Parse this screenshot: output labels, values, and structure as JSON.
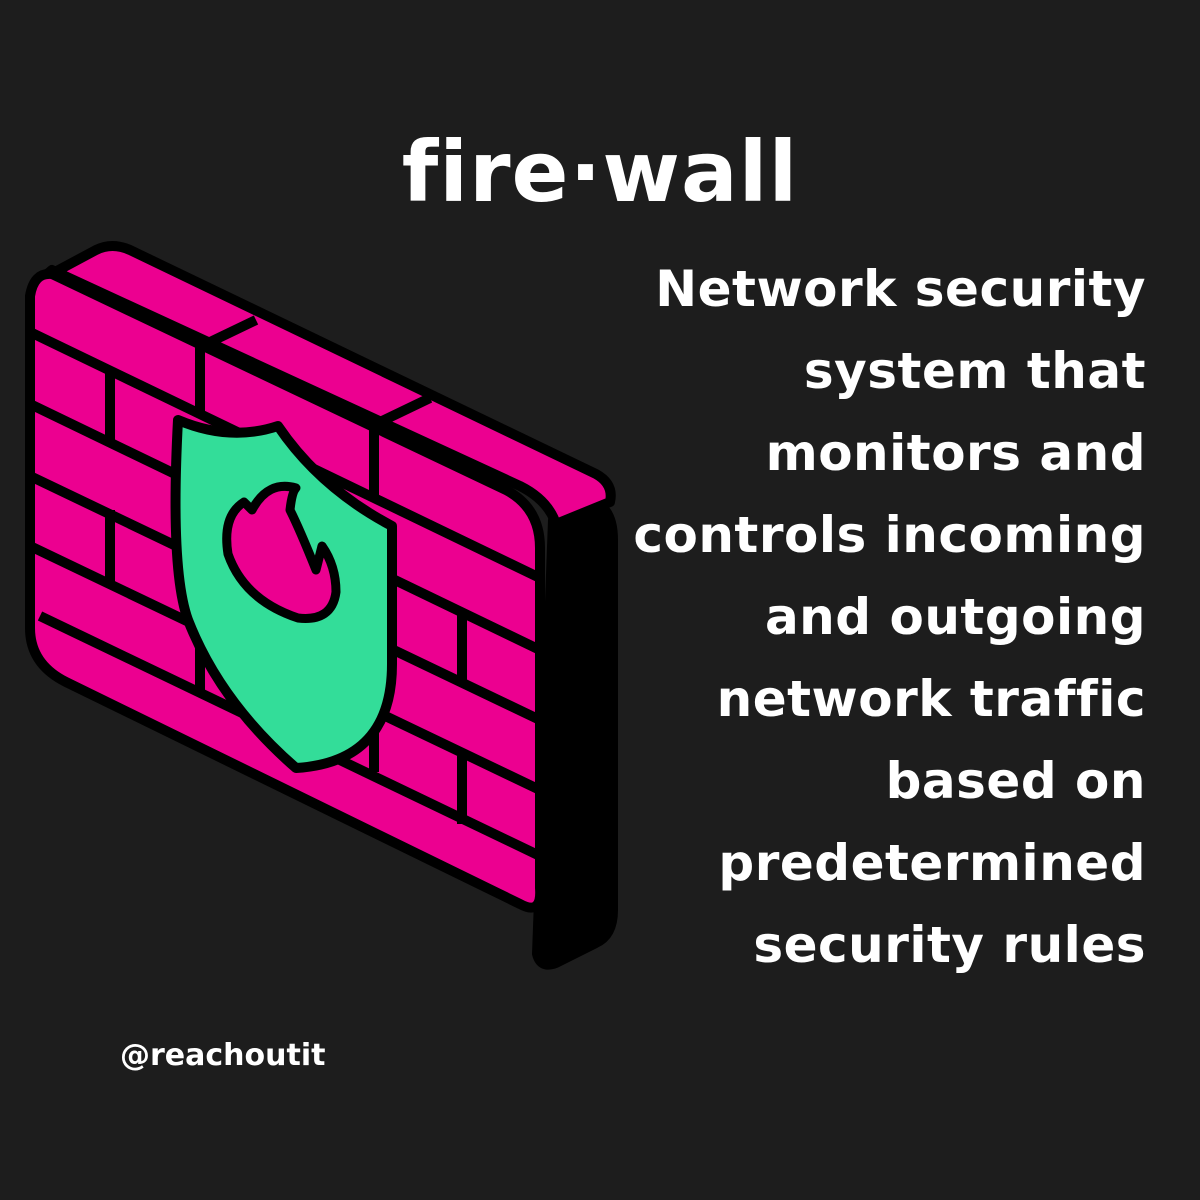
{
  "title": "fire·wall",
  "definition": {
    "lines": [
      "Network security",
      "system that",
      "monitors and",
      "controls incoming",
      "and outgoing",
      "network traffic",
      "based on",
      "predetermined",
      "security rules"
    ]
  },
  "handle": "@reachoutit",
  "illustration": {
    "subject": "brick-firewall-with-shield-icon",
    "colors": {
      "background": "#1d1d1d",
      "brick": "#ec0090",
      "shield": "#33dd99",
      "outline": "#000000",
      "text": "#ffffff"
    }
  }
}
